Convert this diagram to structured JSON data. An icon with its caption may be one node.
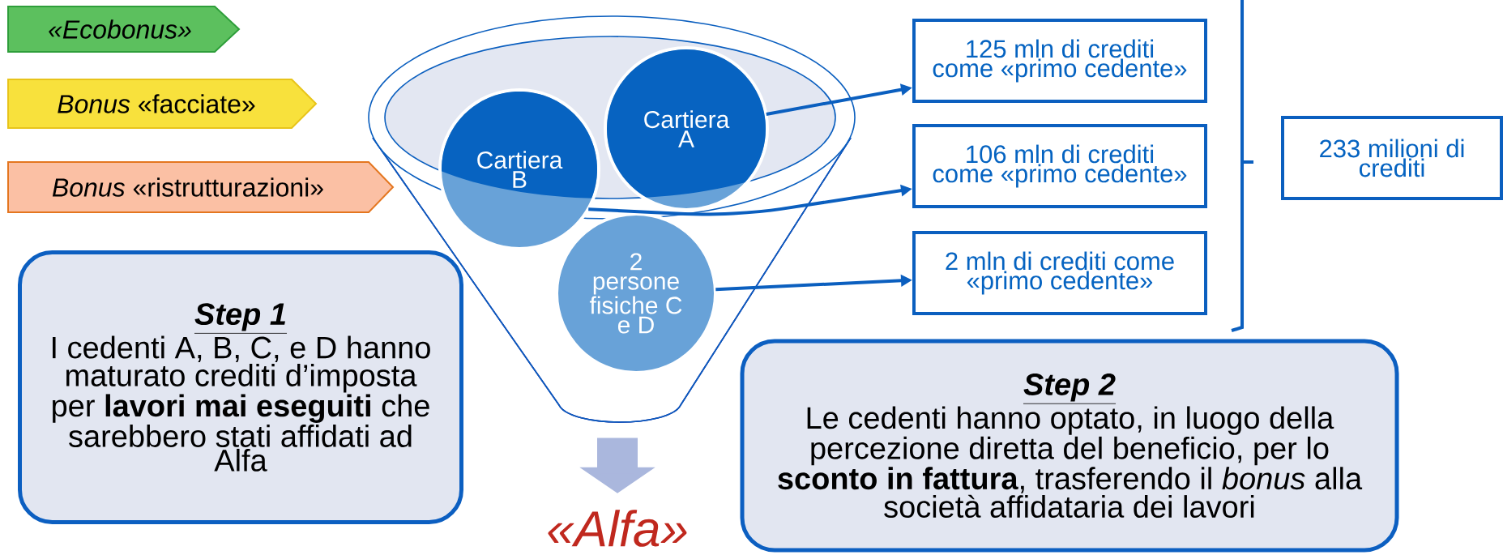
{
  "diagram": {
    "nodes": [
      {
        "text": [
          "«Ecobonus»"
        ]
      },
      {
        "text": [
          "*Bonus* «facciate»"
        ]
      },
      {
        "text": [
          "*Bonus* «ristrutturazioni»"
        ]
      },
      {
        "text": [
          "Step 1",
          "I cedenti A, B, C, e D hanno maturato crediti d’imposta per **lavori mai eseguiti** che sarebbero stati affidati ad Alfa"
        ]
      },
      {
        "text": [],
        "shape": "funnel"
      },
      {
        "text": [
          "Cartiera A"
        ]
      },
      {
        "text": [
          "Cartiera B"
        ]
      },
      {
        "text": [
          "2 persone fisiche C e D"
        ],
        "in": 4
      },
      {
        "text": [
          "«Alfa»"
        ]
      },
      {
        "text": [
          "125 mln di crediti come «primo cedente»"
        ]
      },
      {
        "text": [
          "106 mln di crediti come «primo cedente»"
        ]
      },
      {
        "text": [
          "2 mln di crediti come «primo cedente»"
        ]
      },
      {
        "text": [
          "233 milioni di crediti"
        ]
      },
      {
        "text": [
          "Step 2",
          "Le cedenti hanno optato, in luogo della percezione diretta del beneficio, per lo **sconto in fattura**, trasferendo il *bonus* alla società affidataria dei lavori"
        ]
      }
    ],
    "edges": [
      {
        "from": 5,
        "to": 9,
        "arrow": "to"
      },
      {
        "from": 6,
        "to": 10,
        "arrow": "to"
      },
      {
        "from": 7,
        "to": 11,
        "arrow": "to"
      },
      {
        "from": 4,
        "to": 8,
        "arrow": "to",
        "style": "thick",
        "color": "#aab7dd"
      }
    ]
  }
}
